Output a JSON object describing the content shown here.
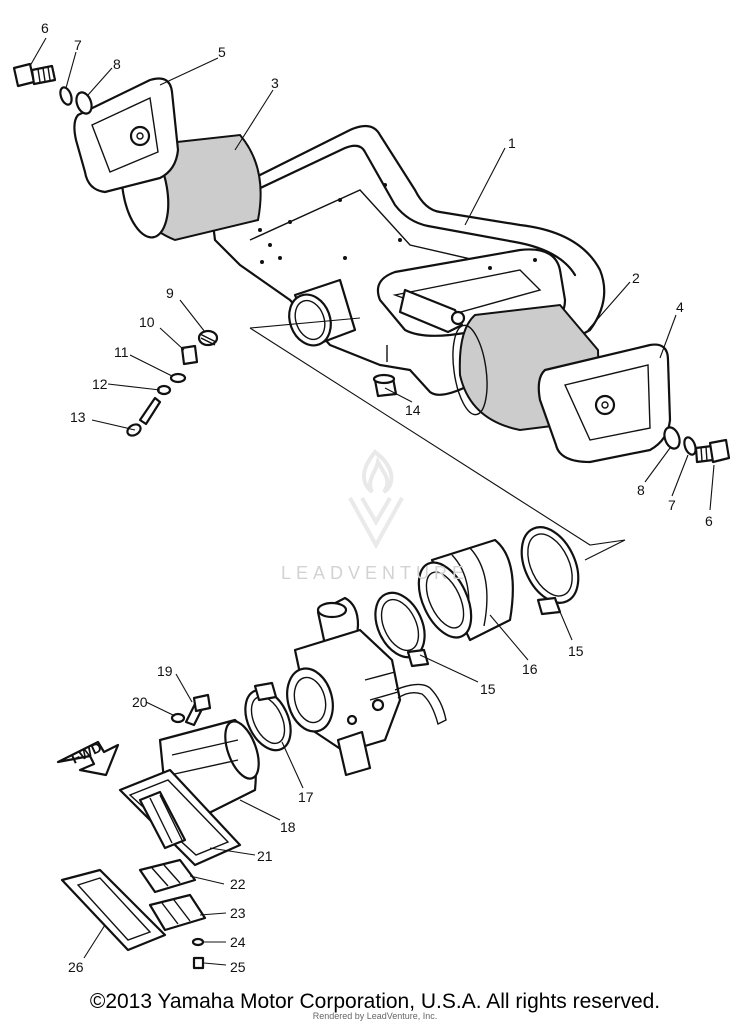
{
  "callouts": {
    "c1": "1",
    "c2": "2",
    "c3": "3",
    "c4": "4",
    "c5": "5",
    "c6a": "6",
    "c6b": "6",
    "c7a": "7",
    "c7b": "7",
    "c8a": "8",
    "c8b": "8",
    "c9": "9",
    "c10": "10",
    "c11": "11",
    "c12": "12",
    "c13": "13",
    "c14": "14",
    "c15a": "15",
    "c15b": "15",
    "c16": "16",
    "c17": "17",
    "c18": "18",
    "c19": "19",
    "c20": "20",
    "c21": "21",
    "c22": "22",
    "c23": "23",
    "c24": "24",
    "c25": "25",
    "c26": "26"
  },
  "fwd_label": "FWD",
  "watermark": "LEADVENTURE",
  "copyright": "©2013 Yamaha Motor Corporation, U.S.A. All rights reserved.",
  "rendered_by": "Rendered by LeadVenture, Inc."
}
